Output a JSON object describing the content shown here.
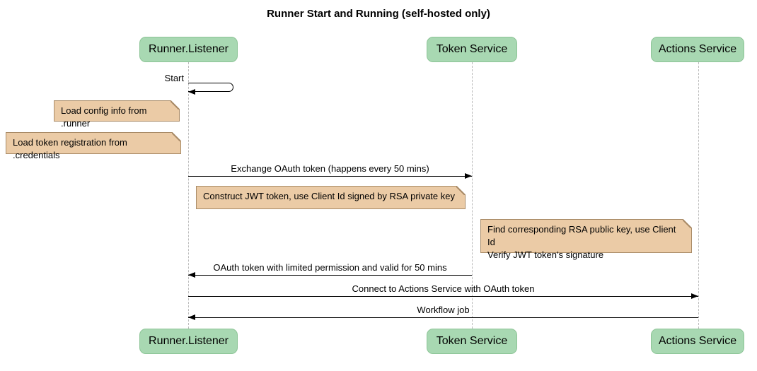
{
  "title": "Runner Start and Running (self-hosted only)",
  "colors": {
    "participant_fill": "#A8D8B2",
    "participant_border": "#8CC496",
    "note_fill": "#EBCBA6",
    "note_border": "#A98B67",
    "lifeline_color": "#BBBBBB",
    "arrow_color": "#000000",
    "text_color": "#000000",
    "bg_color": "#FFFFFF"
  },
  "participants": [
    {
      "name": "Runner.Listener"
    },
    {
      "name": "Token Service"
    },
    {
      "name": "Actions Service"
    }
  ],
  "messages": {
    "start": "Start",
    "exchange": "Exchange OAuth token (happens every 50 mins)",
    "oauth_return": "OAuth token with limited permission and valid for 50 mins",
    "connect": "Connect to Actions Service with OAuth token",
    "workflow": "Workflow job"
  },
  "notes": {
    "load_config": "Load config info from .runner",
    "load_credentials": "Load token registration from .credentials",
    "construct_jwt": "Construct JWT token, use Client Id signed by RSA private key",
    "verify_jwt_line1": "Find corresponding RSA public key, use Client Id",
    "verify_jwt_line2": "Verify JWT token's signature"
  }
}
